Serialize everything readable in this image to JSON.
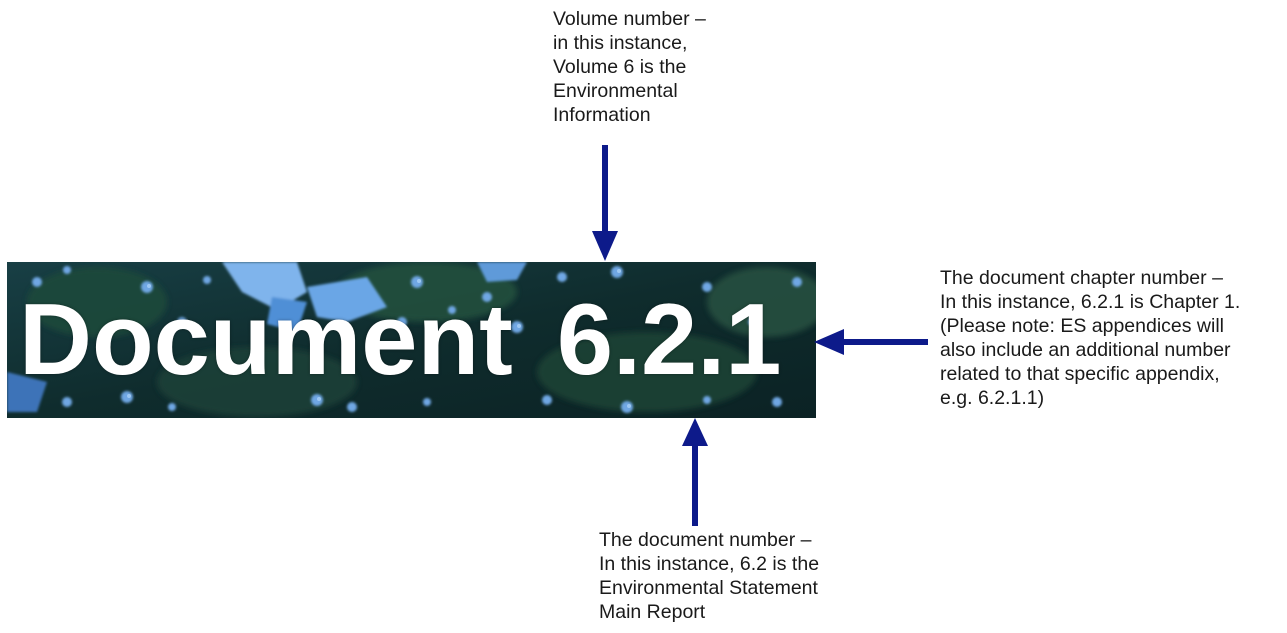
{
  "banner": {
    "word": "Document",
    "number": "6.2.1"
  },
  "annotations": {
    "volume": {
      "lines": [
        "Volume number –",
        "in this instance,",
        "Volume 6 is the",
        "Environmental",
        "Information"
      ]
    },
    "chapter": {
      "lines": [
        "The document chapter number –",
        "In this instance, 6.2.1 is Chapter 1.",
        "(Please note: ES appendices will",
        "also include an additional number",
        "related to that specific appendix,",
        "e.g. 6.2.1.1)"
      ]
    },
    "document": {
      "lines": [
        "The document number –",
        "In this instance, 6.2 is the",
        "Environmental Statement",
        "Main Report"
      ]
    }
  },
  "colors": {
    "arrow": "#0d1a8a",
    "banner_dark": "#0f2a2c",
    "banner_blue": "#5a9fe0",
    "text": "#1a1a1a"
  }
}
